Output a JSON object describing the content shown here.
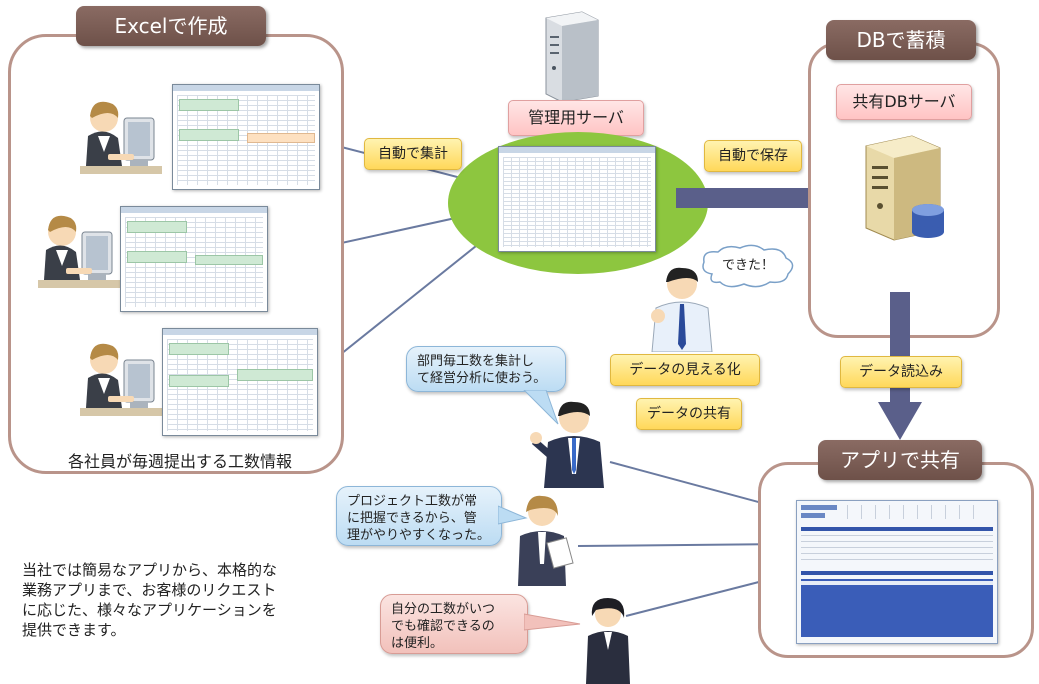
{
  "panels": {
    "excel_title": "Excelで作成",
    "db_title": "DBで蓄積",
    "app_title": "アプリで共有"
  },
  "excel_caption": "各社員が毎週提出する工数情報",
  "server_label": "管理用サーバ",
  "db_server_label": "共有DBサーバ",
  "labels": {
    "auto_aggregate": "自動で集計",
    "auto_save": "自動で保存",
    "data_load": "データ読込み",
    "data_visualize": "データの見える化",
    "data_share": "データの共有"
  },
  "speech": {
    "done": "できた！",
    "manager": "部門毎工数を集計し\nて経営分析に使おう。",
    "pm": "プロジェクト工数が常\nに把握できるから、管\n理がやりやすくなった。",
    "staff": "自分の工数がいつ\nでも確認できるの\nは便利。"
  },
  "note": "当社では簡易なアプリから、本格的な\n業務アプリまで、お客様のリクエスト\nに応じた、様々なアプリケーションを\n提供できます。",
  "colors": {
    "panel_border": "#b9948a",
    "title_tab": "#7a5c54",
    "server_ellipse": "#8dc63f",
    "arrow_fat": "#5a5f8a",
    "arrow_thin": "#6a7aa0"
  }
}
